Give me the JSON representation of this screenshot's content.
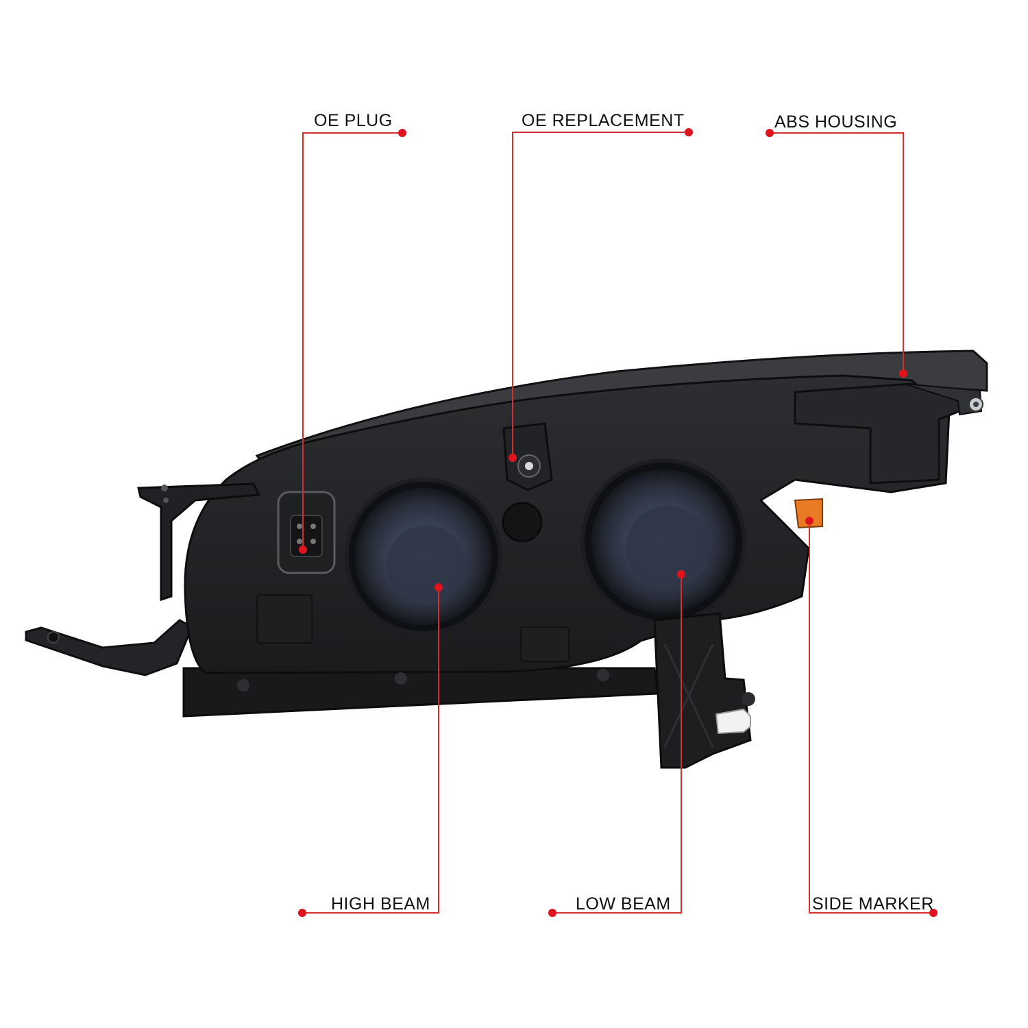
{
  "colors": {
    "background": "#ffffff",
    "leader_line": "#d32f2f",
    "leader_dot": "#e0141e",
    "label_text": "#111111",
    "housing_dark": "#1b1c1e",
    "housing_mid": "#2a2b2e",
    "lens_smoke": "#3a4356",
    "side_marker": "#e87b24",
    "clip_white": "#f2f2f2"
  },
  "callouts": {
    "oe_plug": {
      "label": "OE PLUG"
    },
    "oe_replacement": {
      "label": "OE REPLACEMENT"
    },
    "abs_housing": {
      "label": "ABS HOUSING"
    },
    "high_beam": {
      "label": "HIGH BEAM"
    },
    "low_beam": {
      "label": "LOW BEAM"
    },
    "side_marker": {
      "label": "SIDE MARKER"
    }
  }
}
